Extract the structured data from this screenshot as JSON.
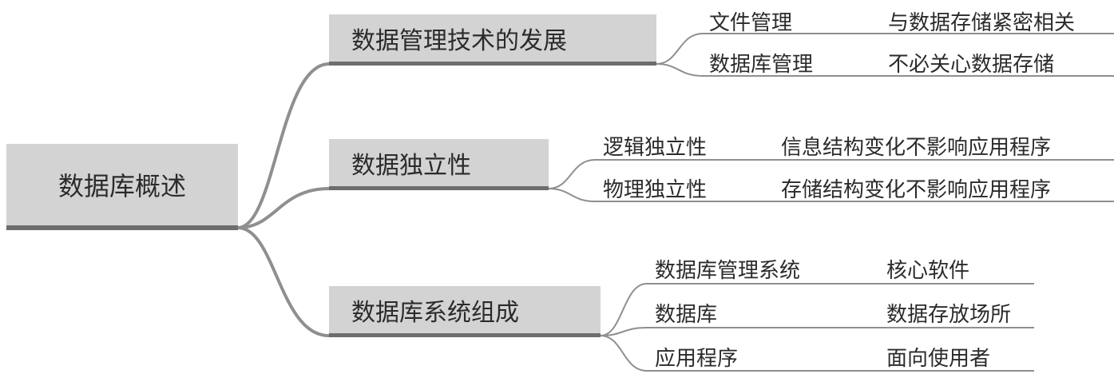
{
  "root": {
    "label": "数据库概述"
  },
  "branches": [
    {
      "label": "数据管理技术的发展",
      "items": [
        {
          "name": "文件管理",
          "desc": "与数据存储紧密相关"
        },
        {
          "name": "数据库管理",
          "desc": "不必关心数据存储"
        }
      ]
    },
    {
      "label": "数据独立性",
      "items": [
        {
          "name": "逻辑独立性",
          "desc": "信息结构变化不影响应用程序"
        },
        {
          "name": "物理独立性",
          "desc": "存储结构变化不影响应用程序"
        }
      ]
    },
    {
      "label": "数据库系统组成",
      "items": [
        {
          "name": "数据库管理系统",
          "desc": "核心软件"
        },
        {
          "name": "数据库",
          "desc": "数据存放场所"
        },
        {
          "name": "应用程序",
          "desc": "面向使用者"
        }
      ]
    }
  ],
  "colors": {
    "node_fill": "#d3d3d3",
    "node_underline": "#6d6d6d",
    "connector": "#8f8f8f"
  }
}
